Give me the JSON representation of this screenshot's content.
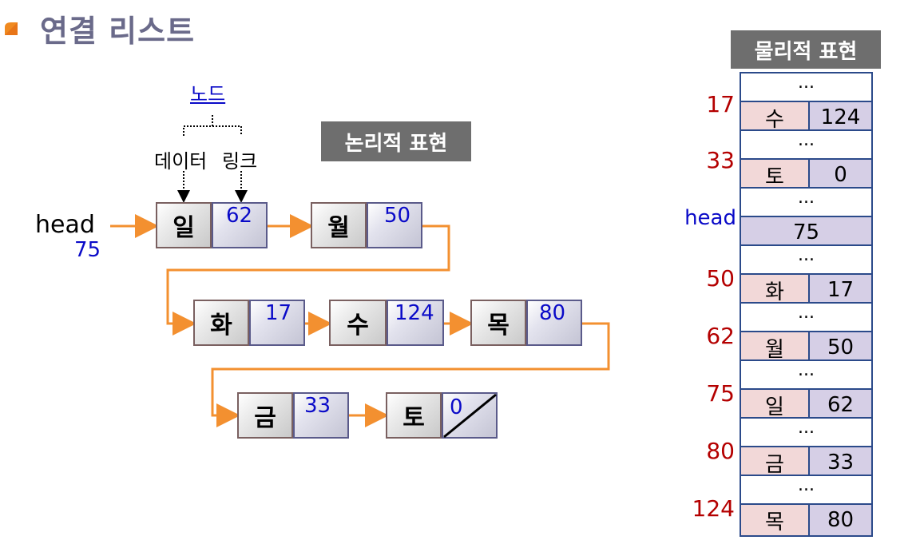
{
  "title": "연결 리스트",
  "node_label": "노드",
  "data_label": "데이터",
  "link_label": "링크",
  "logical_label": "논리적 표현",
  "physical_label": "물리적 표현",
  "head_label": "head",
  "head_value": "75",
  "nodes": [
    {
      "data": "일",
      "link": "62"
    },
    {
      "data": "월",
      "link": "50"
    },
    {
      "data": "화",
      "link": "17"
    },
    {
      "data": "수",
      "link": "124"
    },
    {
      "data": "목",
      "link": "80"
    },
    {
      "data": "금",
      "link": "33"
    },
    {
      "data": "토",
      "link": "0"
    }
  ],
  "memory": {
    "dots": "...",
    "rows": [
      {
        "addr": "17",
        "data": "수",
        "link": "124"
      },
      {
        "addr": "33",
        "data": "토",
        "link": "0"
      },
      {
        "addr": "head",
        "value": "75"
      },
      {
        "addr": "50",
        "data": "화",
        "link": "17"
      },
      {
        "addr": "62",
        "data": "월",
        "link": "50"
      },
      {
        "addr": "75",
        "data": "일",
        "link": "62"
      },
      {
        "addr": "80",
        "data": "금",
        "link": "33"
      },
      {
        "addr": "124",
        "data": "목",
        "link": "80"
      }
    ]
  },
  "colors": {
    "arrow": "#f39030",
    "accent_blue": "#0a0ac8",
    "addr_red": "#b40000",
    "memory_border": "#2b4a8a"
  }
}
